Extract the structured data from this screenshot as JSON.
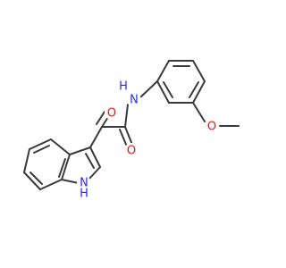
{
  "atoms": {
    "o_ketone": {
      "symbol": "O",
      "color": "#e8190c"
    },
    "o_amide": {
      "symbol": "O",
      "color": "#e8190c"
    },
    "o_methoxy": {
      "symbol": "O",
      "color": "#e8190c"
    },
    "n_amide": {
      "symbol": "N",
      "color": "#2a2ae6"
    },
    "h_amide": {
      "symbol": "H",
      "color": "#2a2ae6"
    },
    "n_indole": {
      "symbol": "N",
      "color": "#2a2ae6"
    },
    "h_indole": {
      "symbol": "H",
      "color": "#2a2ae6"
    }
  },
  "colors": {
    "bond": "#3a3a3a",
    "oxygen": "#e8190c",
    "nitrogen": "#2a2ae6",
    "background": "#ffffff"
  }
}
